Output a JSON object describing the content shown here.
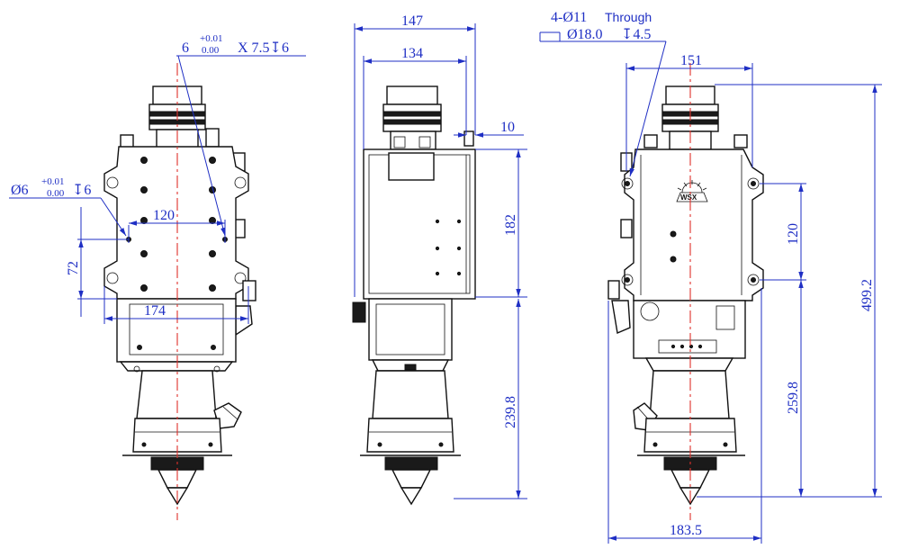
{
  "colors": {
    "dimension": "#1f2fc4",
    "centerline": "#e0302a",
    "outline": "#111111"
  },
  "front_view": {
    "hole_callout": {
      "size": "6",
      "tol_upper": "+0.01",
      "tol_lower": "0.00",
      "depth": "X 7.5↧6"
    },
    "pin_callout": {
      "diameter": "Ø6",
      "tol_upper": "+0.01",
      "tol_lower": "0.00",
      "depth": "↧6"
    },
    "dim_width_holes": "120",
    "dim_height_holes": "72",
    "dim_width_total": "174"
  },
  "side_view": {
    "dim_width_outer": "147",
    "dim_width_inner": "134",
    "dim_offset": "10",
    "dim_body_height": "182",
    "dim_lower_height": "239.8"
  },
  "right_view": {
    "through_note": {
      "count": "4-Ø11",
      "suffix": "Through"
    },
    "counterbore_note": {
      "symbol": "⌴",
      "diameter": "Ø18.0",
      "depth": "↧4.5"
    },
    "dim_top_width": "151",
    "dim_hole_spacing": "120",
    "dim_lower_height": "259.8",
    "dim_total_height": "499.2",
    "dim_bottom_width": "183.5",
    "logo_icon": "wsx-sunburst-logo"
  }
}
